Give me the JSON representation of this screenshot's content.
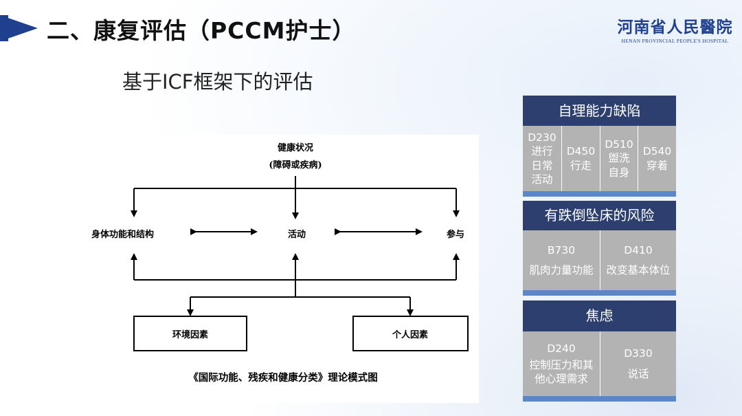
{
  "header": {
    "title": "二、康复评估（PCCM护士）",
    "logo_cn": "河南省人民醫院",
    "logo_en": "HENAN PROVINCIAL PEOPLE'S HOSPITAL"
  },
  "subtitle": "基于ICF框架下的评估",
  "diagram": {
    "health_line1": "健康状况",
    "health_line2": "(障碍或疾病)",
    "body": "身体功能和结构",
    "activity": "活动",
    "participation": "参与",
    "env": "环境因素",
    "personal": "个人因素",
    "caption": "《国际功能、残疾和健康分类》理论模式图"
  },
  "panel": {
    "s1_title": "自理能力缺陷",
    "s1_items": [
      {
        "code": "D230",
        "lines": [
          "进行",
          "日常",
          "活动"
        ]
      },
      {
        "code": "D450",
        "lines": [
          "行走"
        ]
      },
      {
        "code": "D510",
        "lines": [
          "盥洗",
          "自身"
        ]
      },
      {
        "code": "D540",
        "lines": [
          "穿着"
        ]
      }
    ],
    "s2_title": "有跌倒坠床的风险",
    "s2_items": [
      {
        "code": "B730",
        "text": "肌肉力量功能"
      },
      {
        "code": "D410",
        "text": "改变基本体位"
      }
    ],
    "s3_title": "焦虑",
    "s3_items": [
      {
        "code": "D240",
        "lines": [
          "控制压力和其",
          "他心理需求"
        ]
      },
      {
        "code": "D330",
        "lines": [
          "说话"
        ]
      }
    ]
  }
}
